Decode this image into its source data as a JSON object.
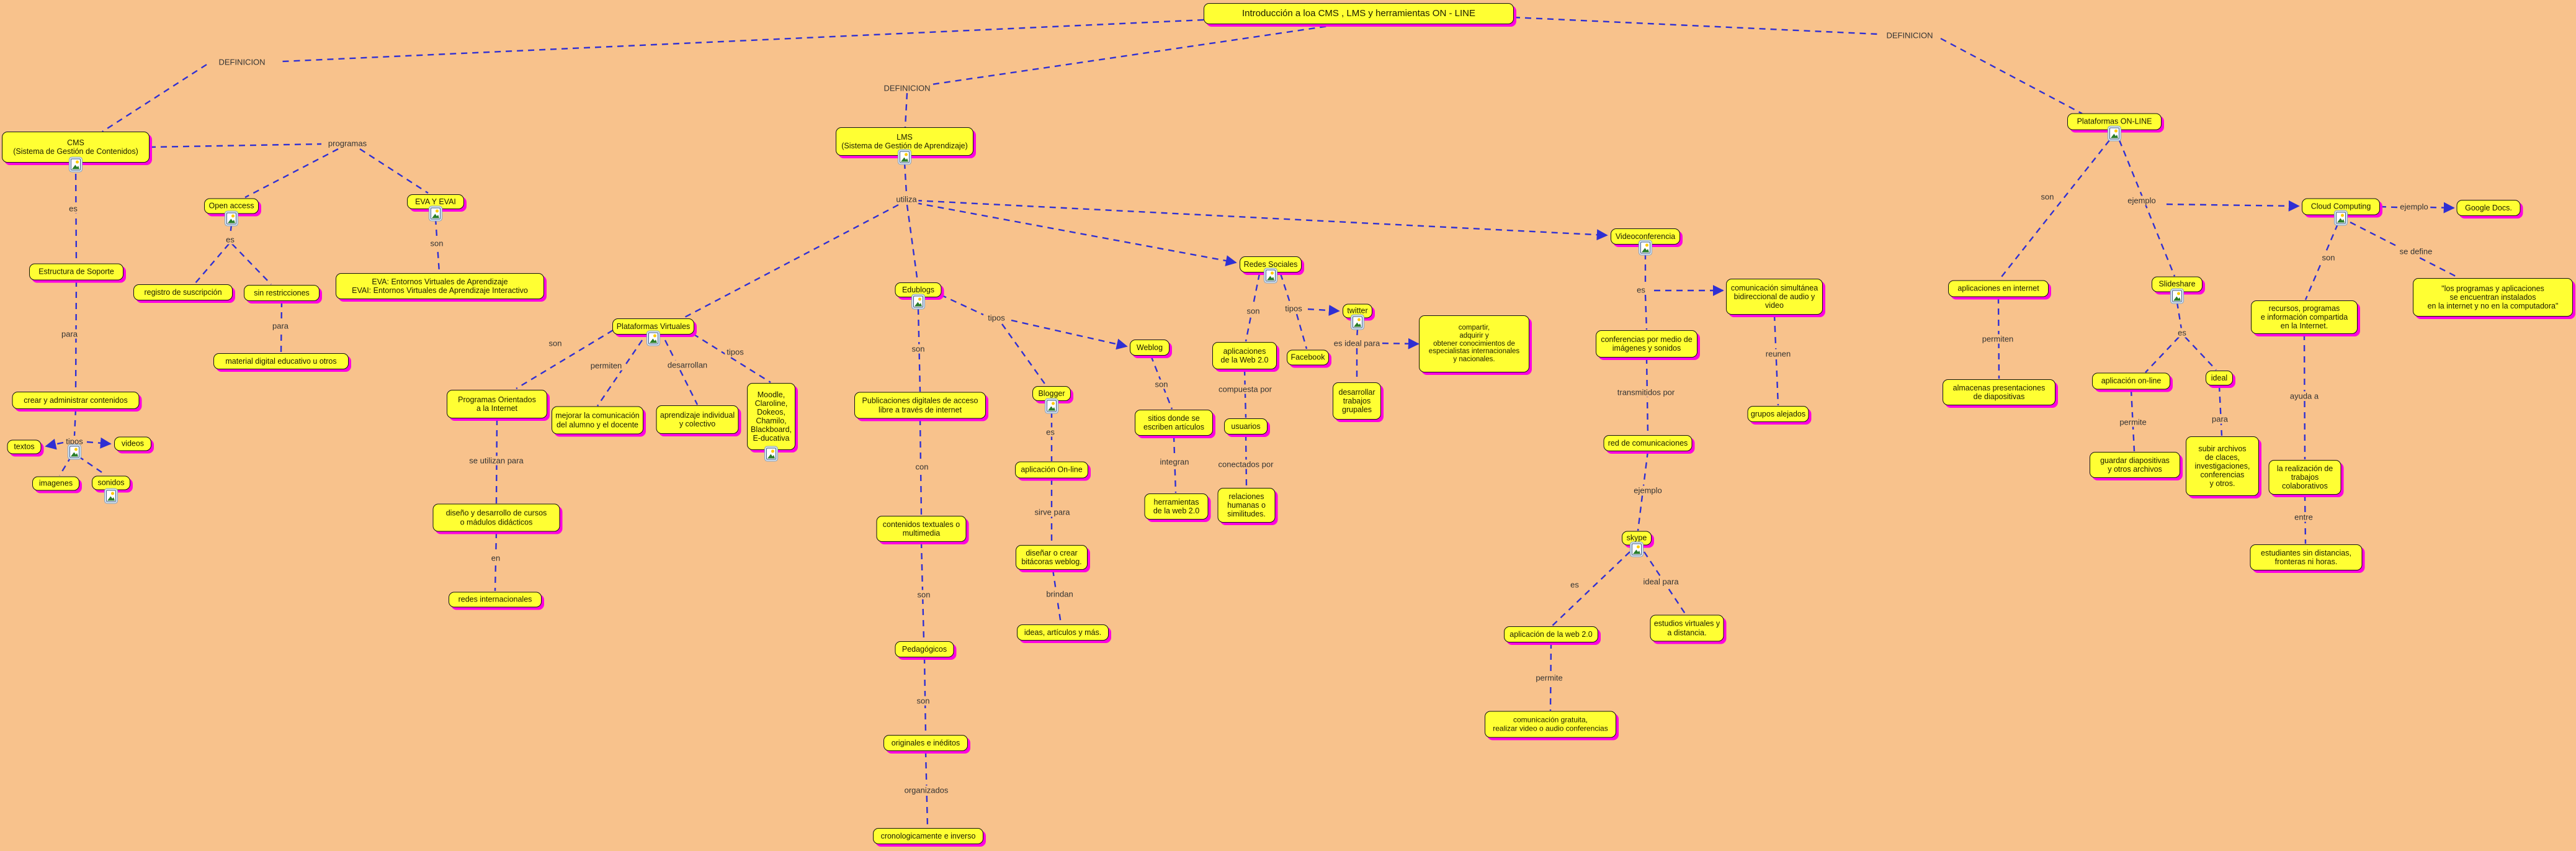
{
  "colors": {
    "background": "#f8c28c",
    "node_fill": "#ffff33",
    "node_border": "#111111",
    "node_shadow": "#ff00e1",
    "connector": "#2f2fd3",
    "node_text": "#1c1c00",
    "label_text": "#333333"
  },
  "icons": {
    "resource": {
      "name": "image-resource-icon",
      "shape": "framed picture with green mountain and yellow sun"
    }
  },
  "nodes": {
    "title": {
      "label": "Introducción  a  loa CMS , LMS y herramientas ON - LINE"
    },
    "cms": {
      "label": "CMS\n(Sistema de Gestión de Contenidos)"
    },
    "estructura": {
      "label": "Estructura de Soporte"
    },
    "crear_admin": {
      "label": "crear y administrar contenidos"
    },
    "textos": {
      "label": "textos"
    },
    "videos": {
      "label": "videos"
    },
    "imagenes": {
      "label": "imagenes"
    },
    "sonidos": {
      "label": "sonidos"
    },
    "open_access": {
      "label": "Open access"
    },
    "registro": {
      "label": "registro de suscripción"
    },
    "sin_restricciones": {
      "label": "sin restricciones"
    },
    "material": {
      "label": "material digital educativo u otros"
    },
    "eva_y_evai": {
      "label": "EVA Y EVAI"
    },
    "eva_def": {
      "label": "EVA: Entornos Virtuales de Aprendizaje\nEVAI: Entornos Virtuales de Aprendizaje Interactivo"
    },
    "lms": {
      "label": "LMS\n(Sistema de Gestión de Aprendizaje)"
    },
    "pv": {
      "label": "Plataformas Virtuales"
    },
    "prog_orientados": {
      "label": "Programas Orientados\na la Internet"
    },
    "diseno": {
      "label": "diseño y desarrollo de cursos\no mádulos didácticos"
    },
    "redes_int": {
      "label": "redes internacionales"
    },
    "mejorar": {
      "label": "mejorar la comunicación\ndel alumno y el docente"
    },
    "aprendizaje": {
      "label": "aprendizaje individual\ny colectivo"
    },
    "moodle": {
      "label": "Moodle,\nClaroline,\nDokeos,\nChamilo,\nBlackboard,\nE-ducativa"
    },
    "edublogs": {
      "label": "Edublogs"
    },
    "publicaciones": {
      "label": "Publicaciones digitales de acceso\nlibre a través de internet"
    },
    "contenidos": {
      "label": "contenidos textuales o\nmultimedia"
    },
    "pedagogicos": {
      "label": "Pedagógicos"
    },
    "originales": {
      "label": "originales e inéditos"
    },
    "cronologicamente": {
      "label": "cronologicamente e inverso"
    },
    "blogger": {
      "label": "Blogger"
    },
    "aplicacion_online_b": {
      "label": "aplicación On-line"
    },
    "disenar": {
      "label": "diseñar o crear\nbitácoras weblog."
    },
    "ideas": {
      "label": "ideas, artículos y más."
    },
    "weblog": {
      "label": "Weblog"
    },
    "sitios": {
      "label": "sitios donde se\nescriben artículos"
    },
    "herramientas": {
      "label": "herramientas\nde la web 2.0"
    },
    "apps_web20": {
      "label": "aplicaciones\nde la Web 2.0"
    },
    "usuarios": {
      "label": "usuarios"
    },
    "relaciones": {
      "label": "relaciones\nhumanas o\nsimilitudes."
    },
    "redes_sociales": {
      "label": "Redes Sociales"
    },
    "twitter": {
      "label": "twitter"
    },
    "facebook": {
      "label": "Facebook"
    },
    "compartir": {
      "label": "compartir,\nadquirir y\nobtener conocimientos de\nespecialistas internacionales\ny nacionales."
    },
    "desarrollar": {
      "label": "desarrollar\ntrabajos\ngrupales"
    },
    "videoconferencia": {
      "label": "Videoconferencia"
    },
    "comunicacion_sim": {
      "label": "comunicación simultánea\nbidireccional de audio y\nvideo"
    },
    "conferencias": {
      "label": "conferencias por medio de\nimágenes y sonidos"
    },
    "grupos": {
      "label": "grupos alejados"
    },
    "red_com": {
      "label": "red de comunicaciones"
    },
    "skype": {
      "label": "skype"
    },
    "aplicacion_web20_sk": {
      "label": "aplicación de la web 2.0"
    },
    "estudios": {
      "label": "estudios virtuales y\na distancia."
    },
    "com_gratuita": {
      "label": "comunicación gratuita,\nrealizar video o audio conferencias"
    },
    "plataformas_online": {
      "label": "Plataformas ON-LINE"
    },
    "apps_internet": {
      "label": "aplicaciones en internet"
    },
    "almacenas": {
      "label": "almacenas presentaciones\nde diapositivas"
    },
    "slideshare": {
      "label": "Slideshare"
    },
    "aplicacion_online_ss": {
      "label": "aplicación on-line"
    },
    "ideal": {
      "label": "ideal"
    },
    "guardar": {
      "label": "guardar diapositivas\ny otros archivos"
    },
    "subir": {
      "label": "subir archivos\nde claces,\ninvestigaciones,\nconferencias\ny otros."
    },
    "cloud": {
      "label": "Cloud Computing"
    },
    "google_docs": {
      "label": "Google Docs."
    },
    "recursos": {
      "label": "recursos, programas\ne información compartida\nen la Internet."
    },
    "quote": {
      "label": "\"los programas y aplicaciones\nse encuentran instalados\nen la internet y no en la computadora\""
    },
    "la_realizacion": {
      "label": "la realización de\ntrabajos\ncolaborativos"
    },
    "estudiantes": {
      "label": "estudiantes sin distancias,\nfronteras ni horas."
    }
  },
  "link_labels": {
    "def_left": {
      "text": "DEFINICION"
    },
    "def_center": {
      "text": "DEFINICION"
    },
    "def_right": {
      "text": "DEFINICION"
    },
    "programas": {
      "text": "programas"
    },
    "es_cms": {
      "text": "es"
    },
    "para_cms": {
      "text": "para"
    },
    "tipos_cms": {
      "text": "tipos"
    },
    "es_oa": {
      "text": "es"
    },
    "para_sr": {
      "text": "para"
    },
    "son_eva": {
      "text": "son"
    },
    "utiliza": {
      "text": "utiliza"
    },
    "son_pv": {
      "text": "son"
    },
    "permiten_pv": {
      "text": "permiten"
    },
    "desarrollan": {
      "text": "desarrollan"
    },
    "tipos_pv": {
      "text": "tipos"
    },
    "se_utilizan": {
      "text": "se utilizan para"
    },
    "en": {
      "text": "en"
    },
    "son_eb": {
      "text": "son"
    },
    "tipos_eb": {
      "text": "tipos"
    },
    "con": {
      "text": "con"
    },
    "son_p1": {
      "text": "son"
    },
    "son_p2": {
      "text": "son"
    },
    "organizados": {
      "text": "organizados"
    },
    "es_blogger": {
      "text": "es"
    },
    "sirve_para": {
      "text": "sirve para"
    },
    "brindan": {
      "text": "brindan"
    },
    "son_weblog": {
      "text": "son"
    },
    "integran": {
      "text": "integran"
    },
    "compuesta": {
      "text": "compuesta por"
    },
    "conectados": {
      "text": "conectados por"
    },
    "son_rs": {
      "text": "son"
    },
    "tipos_rs": {
      "text": "tipos"
    },
    "es_ideal": {
      "text": "es ideal para"
    },
    "es_vc": {
      "text": "es"
    },
    "reunen": {
      "text": "reunen"
    },
    "transmitidos": {
      "text": "transmitidos por"
    },
    "ejemplo_vc": {
      "text": "ejemplo"
    },
    "es_sk": {
      "text": "es"
    },
    "ideal_para_sk": {
      "text": "ideal para"
    },
    "permite_sk": {
      "text": "permite"
    },
    "son_po": {
      "text": "son"
    },
    "ejemplo_po": {
      "text": "ejemplo"
    },
    "permiten_ai": {
      "text": "permiten"
    },
    "es_ss": {
      "text": "es"
    },
    "permite_ss": {
      "text": "permite"
    },
    "para_ss": {
      "text": "para"
    },
    "son_cc": {
      "text": "son"
    },
    "se_define": {
      "text": "se define"
    },
    "ejemplo_cc": {
      "text": "ejemplo"
    },
    "ayuda_a": {
      "text": "ayuda a"
    },
    "entre": {
      "text": "entre"
    }
  }
}
